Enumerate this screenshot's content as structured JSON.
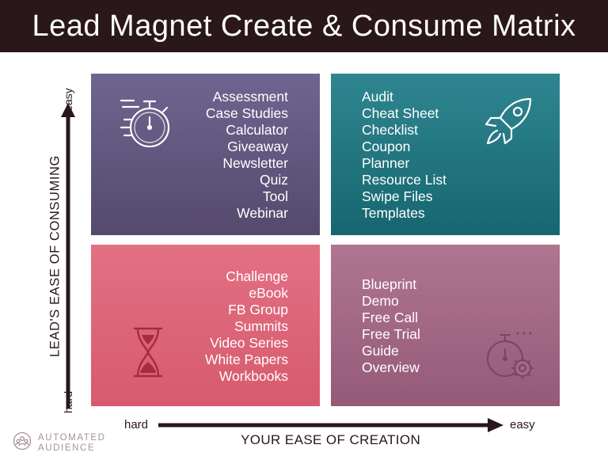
{
  "title": "Lead Magnet Create & Consume Matrix",
  "axes": {
    "y_label": "LEAD'S EASE OF CONSUMING",
    "y_top": "easy",
    "y_bottom": "hard",
    "x_label": "YOUR EASE OF CREATION",
    "x_left": "hard",
    "x_right": "easy"
  },
  "quadrants": {
    "top_left": {
      "icon": "stopwatch-speed-icon",
      "color": "#5f5479",
      "items": [
        "Assessment",
        "Case Studies",
        "Calculator",
        "Giveaway",
        "Newsletter",
        "Quiz",
        "Tool",
        "Webinar"
      ]
    },
    "top_right": {
      "icon": "rocket-icon",
      "color": "#1f747e",
      "items": [
        "Audit",
        "Cheat Sheet",
        "Checklist",
        "Coupon",
        "Planner",
        "Resource List",
        "Swipe Files",
        "Templates"
      ]
    },
    "bottom_left": {
      "icon": "hourglass-icon",
      "color": "#dd6478",
      "items": [
        "Challenge",
        "eBook",
        "FB Group",
        "Summits",
        "Video Series",
        "White Papers",
        "Workbooks"
      ]
    },
    "bottom_right": {
      "icon": "stopwatch-gear-icon",
      "color": "#a26884",
      "items": [
        "Blueprint",
        "Demo",
        "Free Call",
        "Free Trial",
        "Guide",
        "Overview"
      ]
    }
  },
  "brand": {
    "line1": "AUTOMATED",
    "line2": "AUDIENCE",
    "color": "#a98e96"
  }
}
